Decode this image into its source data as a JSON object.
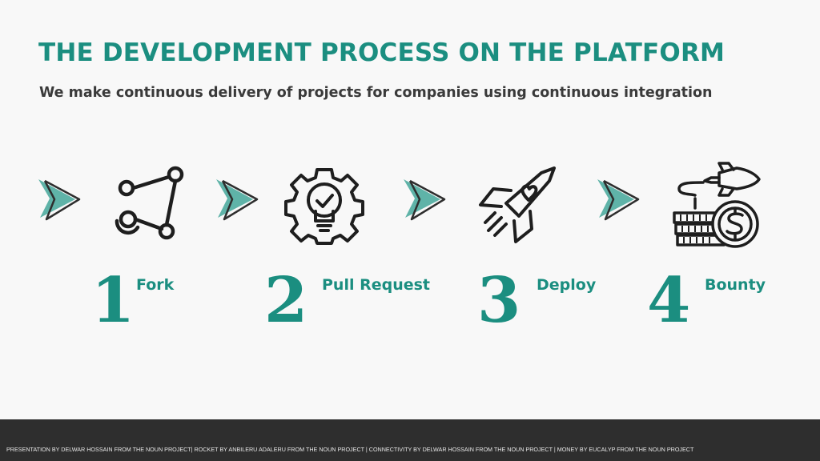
{
  "slide": {
    "title": "THE DEVELOPMENT PROCESS ON THE PLATFORM",
    "subtitle": "We make continuous delivery of projects for companies using continuous integration"
  },
  "steps": [
    {
      "number": "1",
      "label": "Fork",
      "icon": "fork-icon"
    },
    {
      "number": "2",
      "label": "Pull Request",
      "icon": "lightbulb-gear-icon"
    },
    {
      "number": "3",
      "label": "Deploy",
      "icon": "rocket-icon"
    },
    {
      "number": "4",
      "label": "Bounty",
      "icon": "money-rocket-icon"
    }
  ],
  "footer": {
    "credits": "PRESENTATION BY DELWAR HOSSAIN FROM THE NOUN PROJECT| ROCKET BY ANBILERU ADALERU FROM THE NOUN PROJECT | CONNECTIVITY BY DELWAR HOSSAIN FROM THE NOUN PROJECT | MONEY BY EUCALYP FROM THE NOUN PROJECT"
  },
  "colors": {
    "accent": "#1b8e80",
    "arrow_fill": "#5fb3a8",
    "text_dark": "#3a3a3a",
    "footer_bg": "#2e2e2e"
  }
}
